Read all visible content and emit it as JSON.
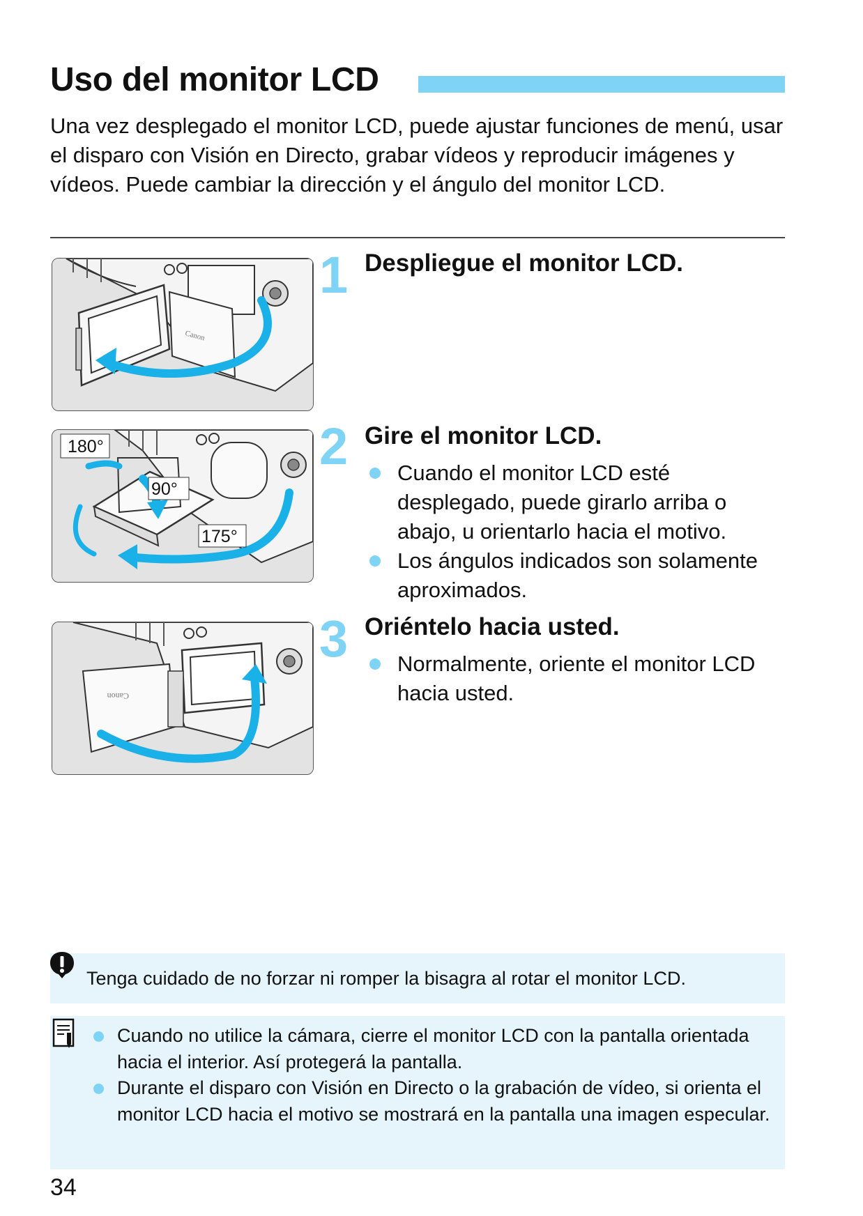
{
  "title": "Uso del monitor LCD",
  "intro": "Una vez desplegado el monitor LCD, puede ajustar funciones de menú, usar el disparo con Visión en Directo, grabar vídeos y reproducir imágenes y vídeos. Puede cambiar la dirección y el ángulo del monitor LCD.",
  "steps": [
    {
      "number": "1",
      "title": "Despliegue el monitor LCD.",
      "bullets": []
    },
    {
      "number": "2",
      "title": "Gire el monitor LCD.",
      "bullets": [
        "Cuando el monitor LCD esté desplegado, puede girarlo arriba o abajo, u orientarlo hacia el motivo.",
        "Los ángulos indicados son solamente aproximados."
      ]
    },
    {
      "number": "3",
      "title": "Oriéntelo hacia usted.",
      "bullets": [
        "Normalmente, oriente el monitor LCD hacia usted."
      ]
    }
  ],
  "illustration_labels": {
    "angle_180": "180°",
    "angle_90": "90°",
    "angle_175": "175°"
  },
  "caution": "Tenga cuidado de no forzar ni romper la bisagra al rotar el monitor LCD.",
  "notes": [
    "Cuando no utilice la cámara, cierre el monitor LCD con la pantalla orientada hacia el interior. Así protegerá la pantalla.",
    "Durante el disparo con Visión en Directo o la grabación de vídeo, si orienta el monitor LCD hacia el motivo se mostrará en la pantalla una imagen especular."
  ],
  "page_number": "34",
  "colors": {
    "accent": "#7fd3f5",
    "arrow": "#1ab0e8",
    "note_background": "#e6f5fc"
  },
  "icons": [
    "caution-icon",
    "note-icon"
  ]
}
